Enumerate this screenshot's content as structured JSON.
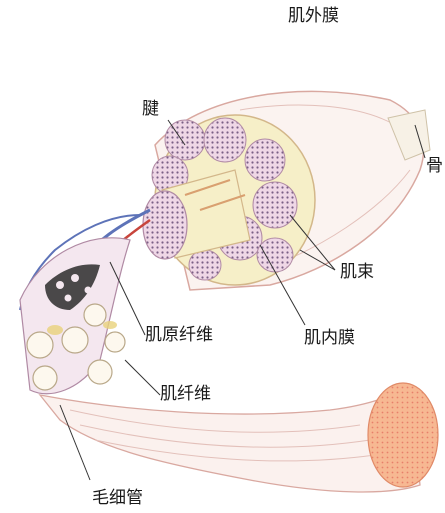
{
  "labels": {
    "epimysium": "肌外膜",
    "tendon": "腱",
    "bone": "骨",
    "fascicle": "肌束",
    "myofibril": "肌原纤维",
    "endomysium": "肌内膜",
    "muscle_fiber": "肌纤维",
    "capillary": "毛细管"
  },
  "colors": {
    "muscle_outline": "#d9a8a0",
    "fascicle_fill": "#efd7e6",
    "fascicle_dots": "#7a5f86",
    "connective": "#f6efc8",
    "vessel_blue": "#5d73b8",
    "vessel_red": "#c8453c",
    "fiber_end": "#f5b08a",
    "leader_line": "#333333"
  }
}
